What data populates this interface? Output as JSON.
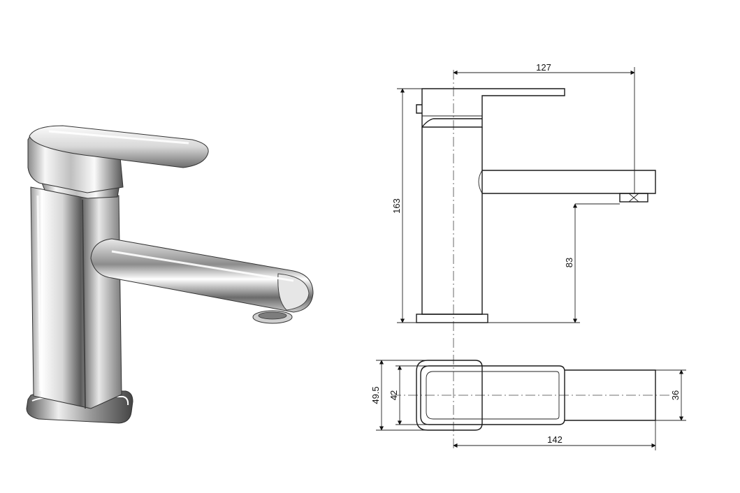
{
  "drawing": {
    "front_view": {
      "width_dimension": "127",
      "height_dimension": "163",
      "spout_clearance_dimension": "83"
    },
    "top_view": {
      "length_dimension": "142",
      "base_outer_dimension": "49.5",
      "base_inner_dimension": "42",
      "spout_width_dimension": "36"
    }
  },
  "colors": {
    "line": "#1a1a1a",
    "background": "#ffffff",
    "chrome_dark": "#3a3a3a",
    "chrome_light": "#f4f4f4"
  }
}
